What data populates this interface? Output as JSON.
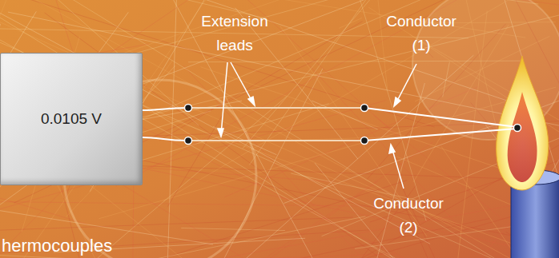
{
  "diagram": {
    "nodes": [
      {
        "text": [
          "0.0105 V"
        ]
      }
    ],
    "labels": [
      "Extension leads",
      "Conductor (1)",
      "Conductor (2)",
      "hermocouples"
    ]
  }
}
